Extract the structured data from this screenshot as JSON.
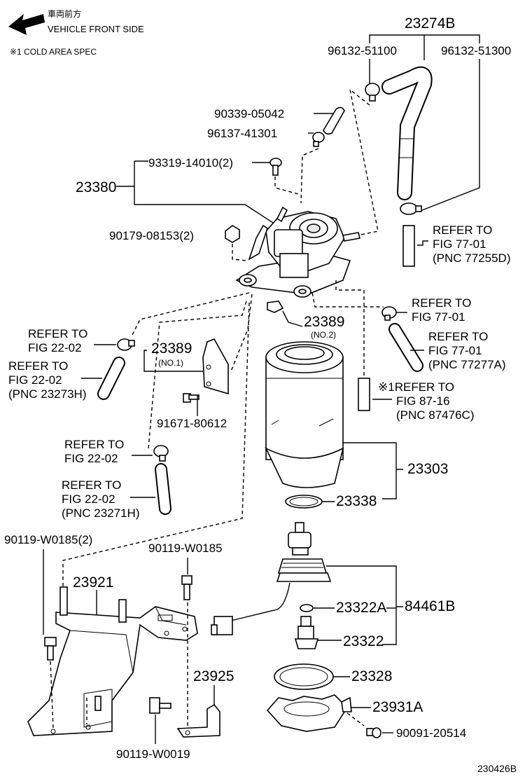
{
  "header": {
    "jp_title": "車両前方",
    "front_side": "VEHICLE FRONT SIDE",
    "cold_spec": "※1 COLD AREA SPEC"
  },
  "footer": {
    "diagram_id": "230426B"
  },
  "labels": {
    "p23274B": "23274B",
    "p9613251100": "96132-51100",
    "p9613251300": "96132-51300",
    "p9033905042": "90339-05042",
    "p9613741301": "96137-41301",
    "p9331914010": "93319-14010(2)",
    "p23380": "23380",
    "p9017908153": "90179-08153(2)",
    "ref_77255D_a": "REFER TO",
    "ref_77255D_b": "FIG 77-01",
    "ref_77255D_c": "(PNC 77255D)",
    "ref_7701_a": "REFER TO",
    "ref_7701_b": "FIG 77-01",
    "p23389_no2": "23389",
    "p23389_no2_sub": "(NO.2)",
    "ref_2202_a": "REFER TO",
    "ref_2202_b": "FIG 22-02",
    "ref_77277A_a": "REFER TO",
    "ref_77277A_b": "FIG 77-01",
    "ref_77277A_c": "(PNC 77277A)",
    "ref_23273H_a": "REFER TO",
    "ref_23273H_b": "FIG 22-02",
    "ref_23273H_c": "(PNC 23273H)",
    "p23389_no1": "23389",
    "p23389_no1_sub": "(NO.1)",
    "ref_87476C_a": "※1REFER TO",
    "ref_87476C_b": "FIG 87-16",
    "ref_87476C_c": "(PNC 87476C)",
    "p9167180612": "91671-80612",
    "ref_2202c_a": "REFER TO",
    "ref_2202c_b": "FIG 22-02",
    "p23303": "23303",
    "ref_23271H_a": "REFER TO",
    "ref_23271H_b": "FIG 22-02",
    "ref_23271H_c": "(PNC 23271H)",
    "p23338": "23338",
    "p90119W0185_2": "90119-W0185(2)",
    "p90119W0185": "90119-W0185",
    "p23921": "23921",
    "p23322A": "23322A",
    "p84461B": "84461B",
    "p23322": "23322",
    "p23925": "23925",
    "p23328": "23328",
    "p23931A": "23931A",
    "p9009120514": "90091-20514",
    "p90119W0019": "90119-W0019"
  }
}
